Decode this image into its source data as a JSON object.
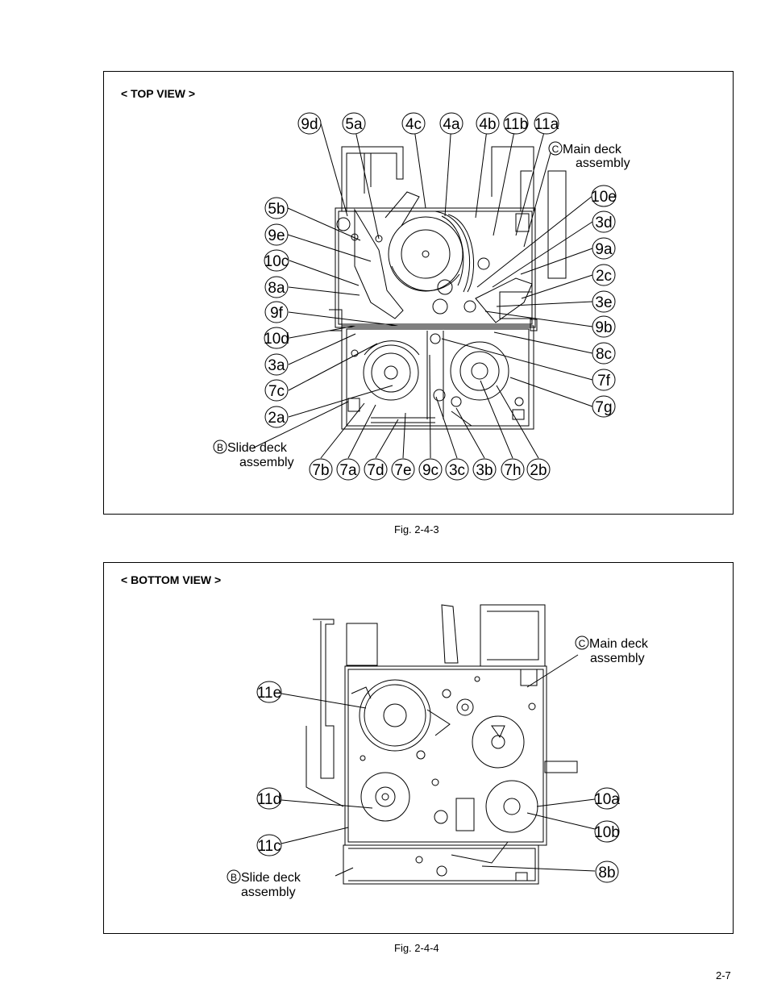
{
  "top_view": {
    "title": "< TOP VIEW >",
    "caption": "Fig. 2-4-3",
    "main_deck": {
      "mark": "C",
      "line1": "Main deck",
      "line2": "assembly"
    },
    "slide_deck": {
      "mark": "B",
      "line1": "Slide deck",
      "line2": "assembly"
    },
    "labels": [
      "9d",
      "5a",
      "4c",
      "4a",
      "4b",
      "11b",
      "11a",
      "5b",
      "9e",
      "10c",
      "8a",
      "9f",
      "10d",
      "3a",
      "7c",
      "2a",
      "10e",
      "3d",
      "9a",
      "2c",
      "3e",
      "9b",
      "8c",
      "7f",
      "7g",
      "7b",
      "7a",
      "7d",
      "7e",
      "9c",
      "3c",
      "3b",
      "7h",
      "2b"
    ]
  },
  "bottom_view": {
    "title": "< BOTTOM VIEW >",
    "caption": "Fig. 2-4-4",
    "main_deck": {
      "mark": "C",
      "line1": "Main deck",
      "line2": "assembly"
    },
    "slide_deck": {
      "mark": "B",
      "line1": "Slide deck",
      "line2": "assembly"
    },
    "labels": [
      "11e",
      "11d",
      "11c",
      "10a",
      "10b",
      "8b"
    ]
  },
  "page_number": "2-7"
}
